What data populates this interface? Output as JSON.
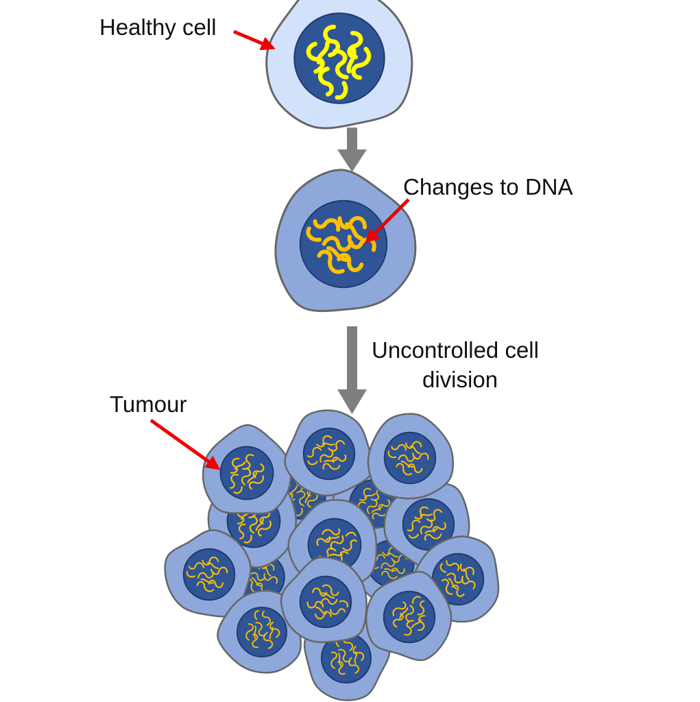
{
  "labels": {
    "healthy_cell": "Healthy cell",
    "changes_to_dna": "Changes to DNA",
    "uncontrolled_line1": "Uncontrolled cell",
    "uncontrolled_line2": "division",
    "tumour": "Tumour"
  },
  "colors": {
    "background": "#ffffff",
    "healthy_cytoplasm": "#d3e2fb",
    "mutated_cytoplasm": "#8ea8dc",
    "membrane_stroke": "#666666",
    "nucleus_fill": "#2f5597",
    "nucleus_stroke": "#1f3a6b",
    "healthy_dna": "#ffff00",
    "mutated_dna": "#ffc000",
    "process_arrow": "#7f7f7f",
    "pointer_arrow": "#ee0000"
  },
  "icons": {
    "process_arrow": "down-arrow",
    "pointer_arrow": "red-pointer-arrow"
  }
}
